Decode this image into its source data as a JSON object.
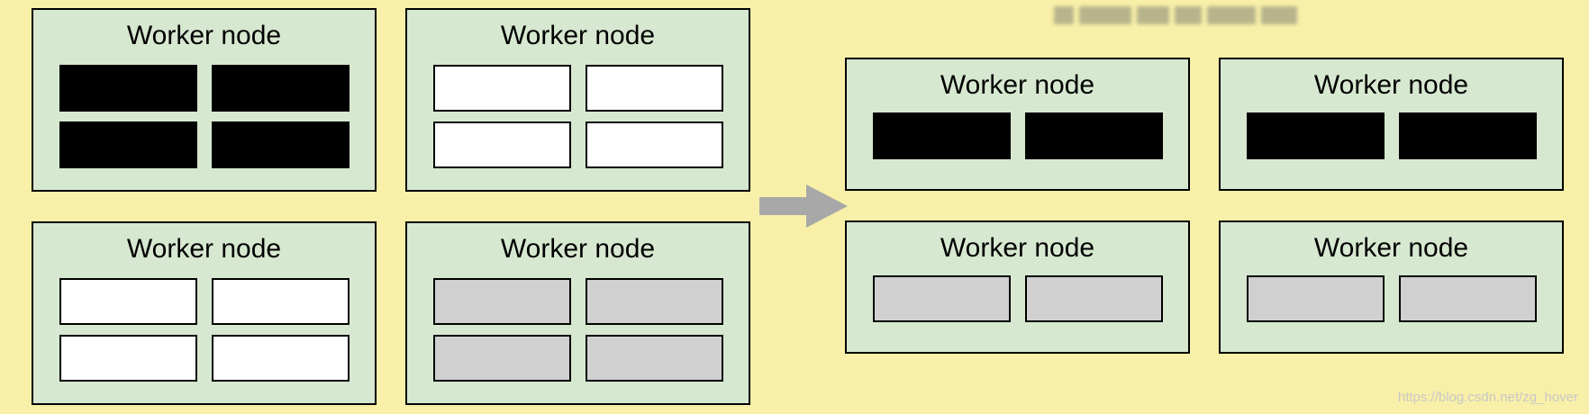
{
  "node_label": "Worker node",
  "watermark": "https://blog.csdn.net/zg_hover",
  "colors": {
    "background": "#f8f0a8",
    "node_fill": "#d7e8d0",
    "slot_busy": "#000000",
    "slot_free": "#ffffff",
    "slot_other": "#d0d0d0",
    "arrow": "#a8a8a8"
  },
  "before": {
    "nodes": [
      {
        "label": "Worker node",
        "slots": [
          "black",
          "black",
          "black",
          "black"
        ]
      },
      {
        "label": "Worker node",
        "slots": [
          "white",
          "white",
          "white",
          "white"
        ]
      },
      {
        "label": "Worker node",
        "slots": [
          "white",
          "white",
          "white",
          "white"
        ]
      },
      {
        "label": "Worker node",
        "slots": [
          "gray",
          "gray",
          "gray",
          "gray"
        ]
      }
    ]
  },
  "after": {
    "nodes": [
      {
        "label": "Worker node",
        "slots": [
          "black",
          "black"
        ]
      },
      {
        "label": "Worker node",
        "slots": [
          "black",
          "black"
        ]
      },
      {
        "label": "Worker node",
        "slots": [
          "gray",
          "gray"
        ]
      },
      {
        "label": "Worker node",
        "slots": [
          "gray",
          "gray"
        ]
      }
    ]
  },
  "arrow_icon": "right-arrow-icon"
}
